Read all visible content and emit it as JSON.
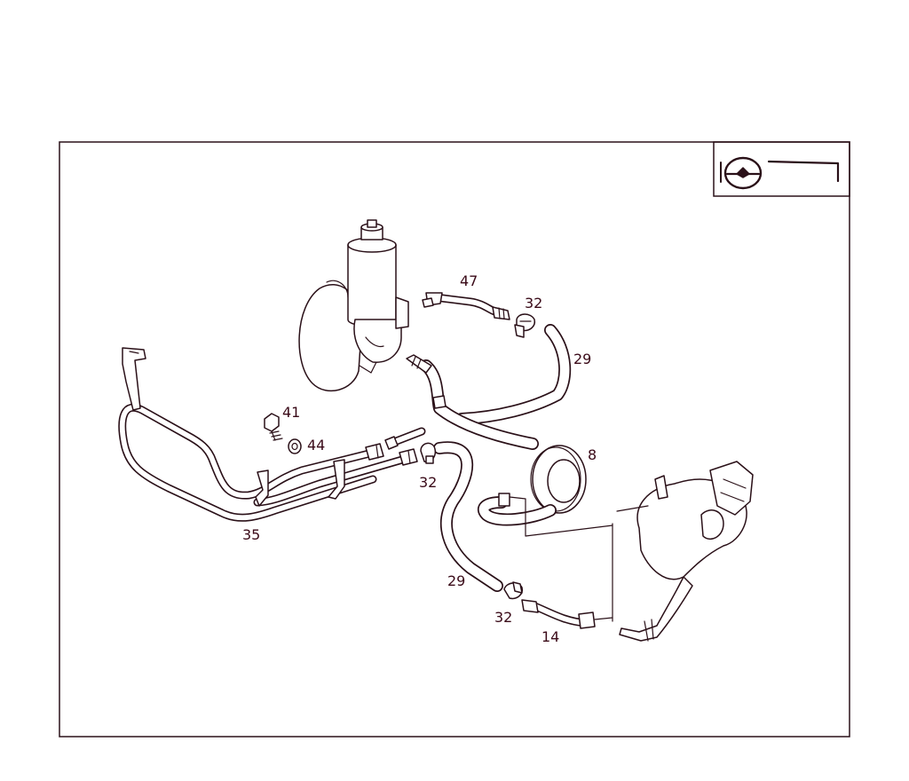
{
  "diagram": {
    "callouts": [
      {
        "id": "47",
        "text": "47"
      },
      {
        "id": "32-top",
        "text": "32"
      },
      {
        "id": "29-right",
        "text": "29"
      },
      {
        "id": "41",
        "text": "41"
      },
      {
        "id": "44",
        "text": "44"
      },
      {
        "id": "8",
        "text": "8"
      },
      {
        "id": "32-mid",
        "text": "32"
      },
      {
        "id": "35",
        "text": "35"
      },
      {
        "id": "29-lower",
        "text": "29"
      },
      {
        "id": "32-bottom",
        "text": "32"
      },
      {
        "id": "14",
        "text": "14"
      }
    ],
    "colors": {
      "line": "#2a1018",
      "label": "#3a0a18",
      "background": "#ffffff"
    },
    "icons": {
      "corner_symbol": "steering-wheel-icon"
    }
  }
}
